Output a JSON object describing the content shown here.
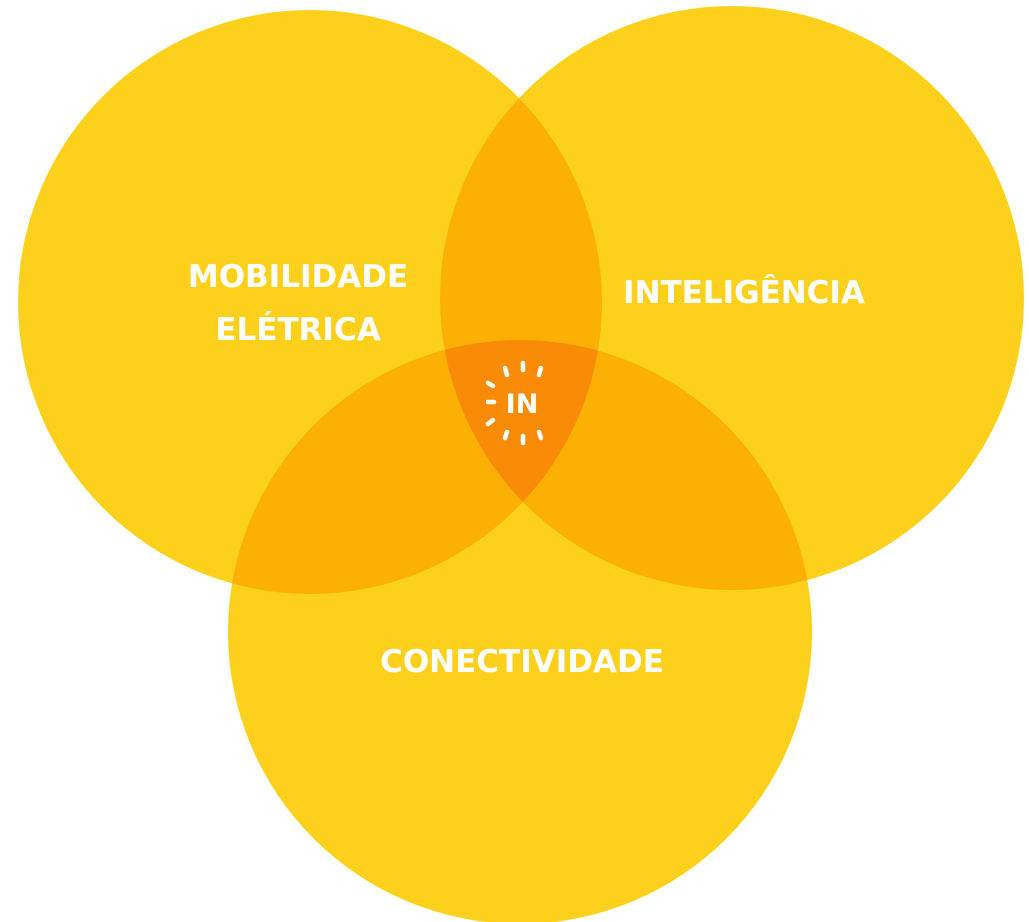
{
  "diagram": {
    "colors": {
      "circle": "#FDD11B",
      "pair_overlap": "#FBB003",
      "center_overlap": "#F98B06",
      "text": "#FFFFFF",
      "background": "#FFFFFF"
    },
    "circles": [
      {
        "id": "mobilidade",
        "label_lines": [
          "MOBILIDADE",
          "ELÉTRICA"
        ]
      },
      {
        "id": "inteligencia",
        "label_lines": [
          "INTELIGÊNCIA"
        ]
      },
      {
        "id": "conectividade",
        "label_lines": [
          "CONECTIVIDADE"
        ]
      }
    ],
    "center_logo": {
      "text": "IN",
      "icon": "sunburst-icon"
    }
  }
}
